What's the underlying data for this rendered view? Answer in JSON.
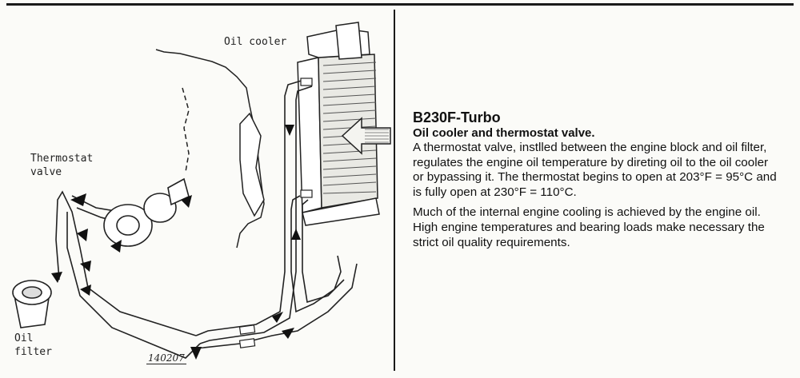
{
  "labels": {
    "oil_cooler": "Oil cooler",
    "thermostat_valve": "Thermostat\nvalve",
    "oil_filter": "Oil\nfilter",
    "reference_number": "140207"
  },
  "text": {
    "heading": "B230F-Turbo",
    "subheading": "Oil cooler and thermostat valve.",
    "paragraph1": "A thermostat valve, instlled between the engine block and oil filter, regulates the engine oil temperature by direting oil to the oil cooler or bypassing it. The thermostat begins to open at 203°F = 95°C and is fully open at 230°F = 110°C.",
    "paragraph2": "Much of the internal engine cooling is achieved by the engine oil. High engine temperatures and bearing loads make necessary the strict oil quality requirements."
  }
}
